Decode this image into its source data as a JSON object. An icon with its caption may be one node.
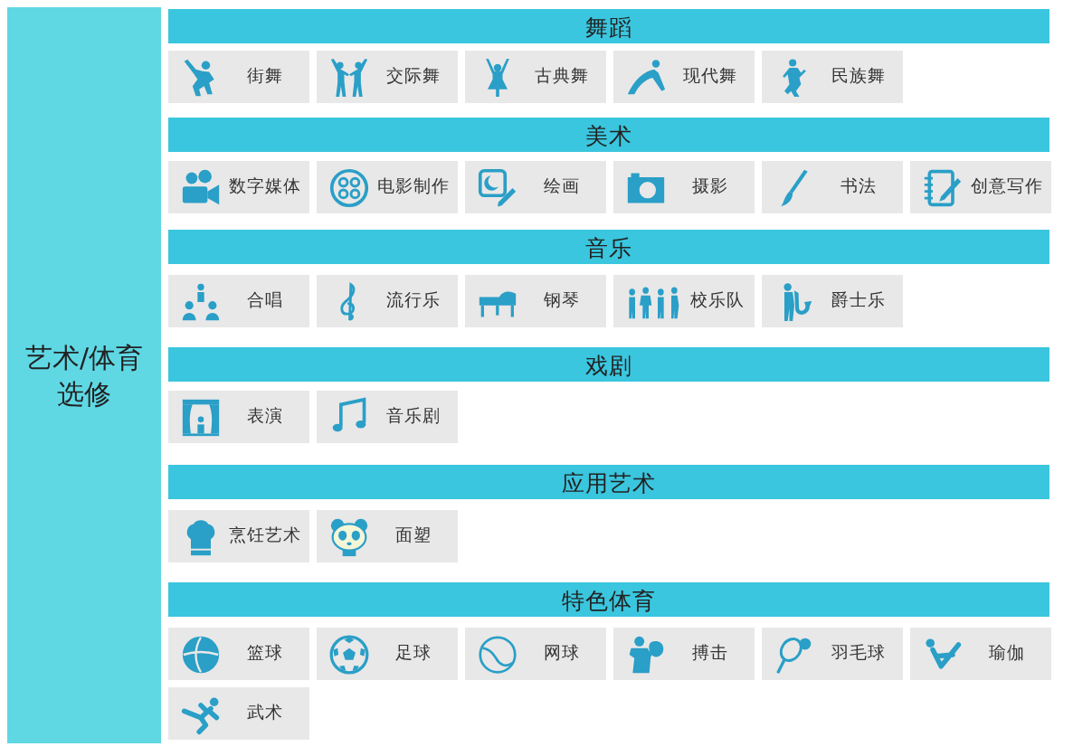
{
  "diagram": {
    "nodes": [
      {
        "text": [
          "艺术/体育选修"
        ]
      },
      {
        "text": [
          "舞蹈"
        ]
      },
      {
        "text": [
          "街舞"
        ]
      },
      {
        "text": [
          "交际舞"
        ]
      },
      {
        "text": [
          "古典舞"
        ]
      },
      {
        "text": [
          "现代舞"
        ]
      },
      {
        "text": [
          "民族舞"
        ]
      },
      {
        "text": [
          "美术"
        ]
      },
      {
        "text": [
          "数字媒体"
        ]
      },
      {
        "text": [
          "电影制作"
        ]
      },
      {
        "text": [
          "绘画"
        ]
      },
      {
        "text": [
          "摄影"
        ]
      },
      {
        "text": [
          "书法"
        ]
      },
      {
        "text": [
          "创意写作"
        ]
      },
      {
        "text": [
          "音乐"
        ]
      },
      {
        "text": [
          "合唱"
        ]
      },
      {
        "text": [
          "流行乐"
        ]
      },
      {
        "text": [
          "钢琴"
        ]
      },
      {
        "text": [
          "校乐队"
        ]
      },
      {
        "text": [
          "爵士乐"
        ]
      },
      {
        "text": [
          "戏剧"
        ]
      },
      {
        "text": [
          "表演"
        ]
      },
      {
        "text": [
          "音乐剧"
        ]
      },
      {
        "text": [
          "应用艺术"
        ]
      },
      {
        "text": [
          "烹饪艺术"
        ]
      },
      {
        "text": [
          "面塑"
        ]
      },
      {
        "text": [
          "特色体育"
        ]
      },
      {
        "text": [
          "篮球"
        ]
      },
      {
        "text": [
          "足球"
        ]
      },
      {
        "text": [
          "网球"
        ]
      },
      {
        "text": [
          "搏击"
        ]
      },
      {
        "text": [
          "羽毛球"
        ]
      },
      {
        "text": [
          "瑜伽"
        ]
      },
      {
        "text": [
          "武术"
        ]
      }
    ]
  }
}
